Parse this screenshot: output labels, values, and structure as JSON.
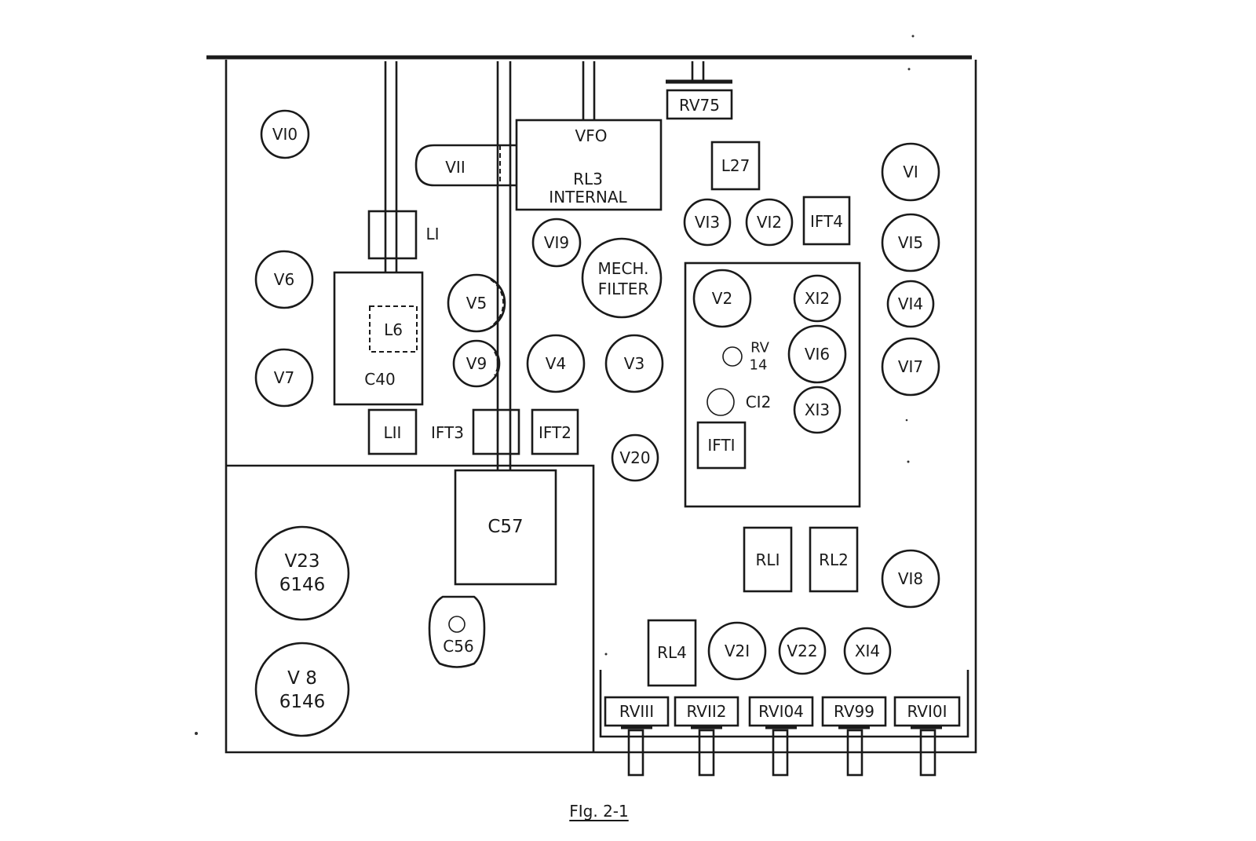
{
  "figure": {
    "caption": "FIg. 2-1"
  },
  "components": {
    "V10": "VI0",
    "V11": "VII",
    "VFO": "VFO",
    "RL3_a": "RL3",
    "RL3_b": "INTERNAL",
    "RV75": "RV75",
    "L27": "L27",
    "V1": "VI",
    "V13": "VI3",
    "V12": "VI2",
    "IFT4": "IFT4",
    "V15": "VI5",
    "L1": "LI",
    "V19": "VI9",
    "MECH_a": "MECH.",
    "MECH_b": "FILTER",
    "V6": "V6",
    "V5": "V5",
    "L6": "L6",
    "V2": "V2",
    "X12": "XI2",
    "V14": "VI4",
    "RV14_a": "RV",
    "RV14_b": "14",
    "V16": "VI6",
    "V7": "V7",
    "C40": "C40",
    "V9": "V9",
    "V4": "V4",
    "V3": "V3",
    "V17": "VI7",
    "C12": "CI2",
    "X13": "XI3",
    "L11": "LII",
    "IFT3": "IFT3",
    "IFT2": "IFT2",
    "IFT1": "IFTI",
    "V20": "V20",
    "C57": "C57",
    "V23_a": "V23",
    "V23_b": "6146",
    "RL1": "RLI",
    "RL2": "RL2",
    "V18": "VI8",
    "C56": "C56",
    "RL4": "RL4",
    "V21": "V2I",
    "V22": "V22",
    "X14": "XI4",
    "V8_a": "V 8",
    "V8_b": "6146",
    "RV111": "RVIII",
    "RV112": "RVII2",
    "RV104": "RVI04",
    "RV99": "RV99",
    "RV101": "RVI0I"
  }
}
